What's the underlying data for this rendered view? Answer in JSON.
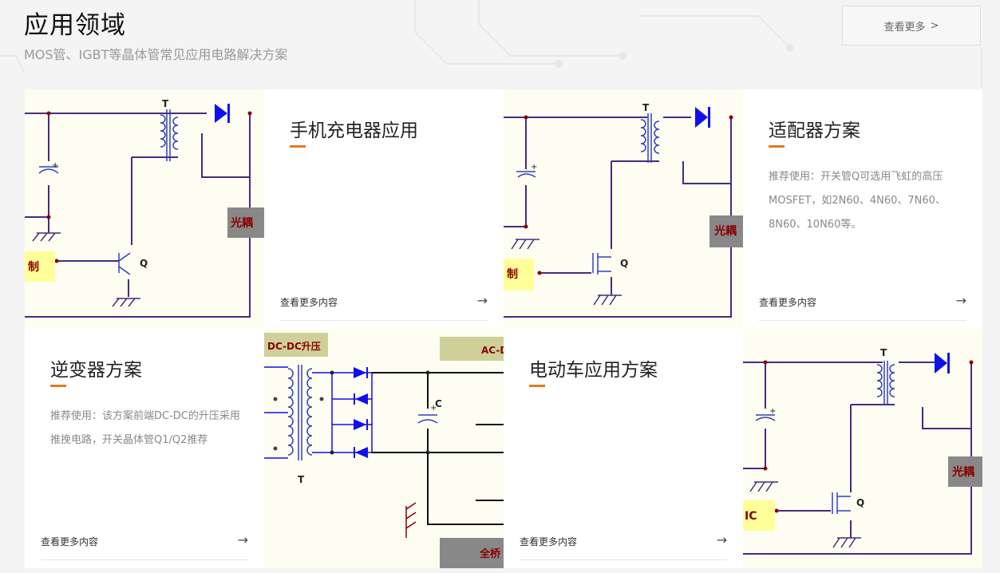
{
  "section": {
    "title": "应用领域",
    "subtitle": "MOS管、IGBT等晶体管常见应用电路解决方案",
    "more_label": "查看更多",
    "more_chevron": ">"
  },
  "cards": [
    {
      "title": "手机充电器应用",
      "desc": "",
      "link": "查看更多内容",
      "arrow": "→"
    },
    {
      "title": "适配器方案",
      "desc": "推荐使用：开关管Q可选用飞虹的高压MOSFET，如2N60、4N60、7N60、8N60、10N60等。",
      "link": "查看更多内容",
      "arrow": "→"
    },
    {
      "title": "逆变器方案",
      "desc": "推荐使用：该方案前端DC-DC的升压采用推挽电路，开关晶体管Q1/Q2推荐",
      "link": "查看更多内容",
      "arrow": "→"
    },
    {
      "title": "电动车应用方案",
      "desc": "",
      "link": "查看更多内容",
      "arrow": "→"
    }
  ],
  "diagrams": {
    "d1": {
      "t": "T",
      "q": "Q",
      "ctrl": "制",
      "opto": "光耦",
      "plus": "+"
    },
    "d2": {
      "t": "T",
      "q": "Q",
      "ctrl": "制",
      "opto": "光耦",
      "plus": "+"
    },
    "d3": {
      "t": "T",
      "c": "C",
      "plus": "+",
      "dcdc": "DC-DC升压",
      "acdc": "AC-D",
      "bridge": "全桥"
    },
    "d4": {
      "t": "T",
      "q": "Q",
      "ctrl": "IC",
      "opto": "光耦",
      "plus": "+"
    }
  },
  "colors": {
    "accent": "#e07b1f",
    "wire": "#4a2a80",
    "diode": "#1010ee",
    "coil": "#3040c0"
  }
}
